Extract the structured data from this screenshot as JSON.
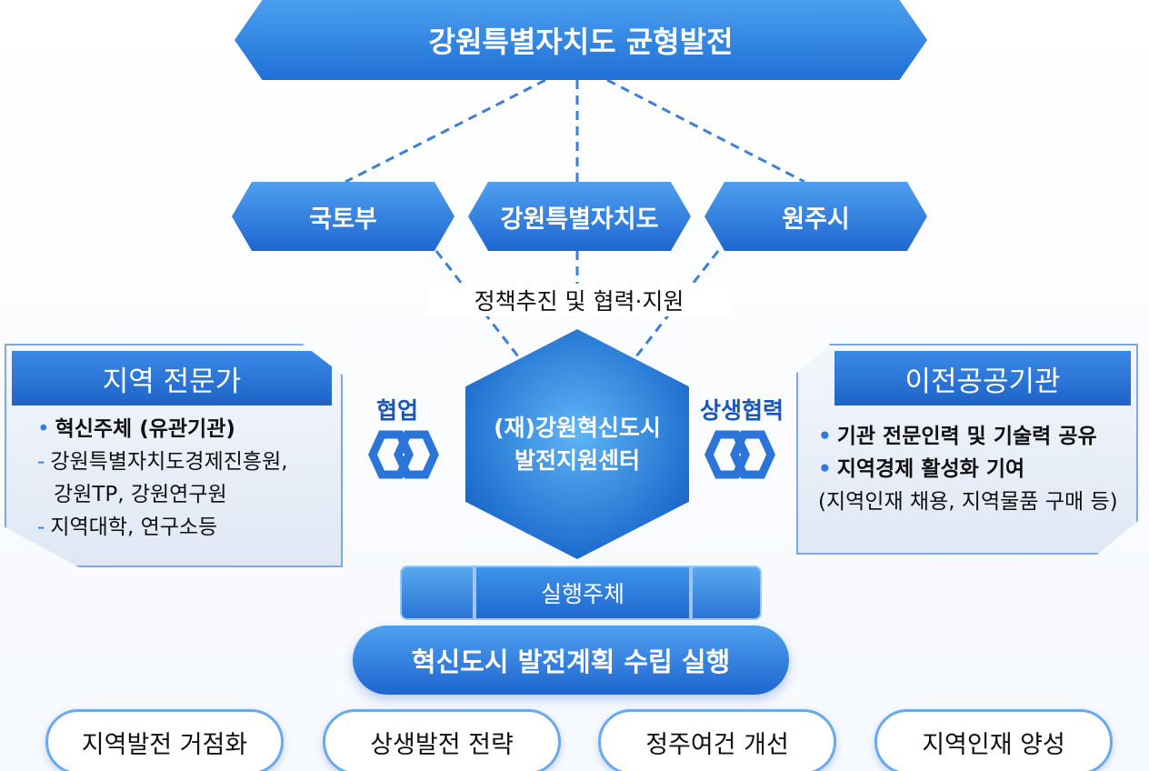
{
  "top_banner": "강원특별자치도 균형발전",
  "partners": [
    "국토부",
    "강원특별자치도",
    "원주시"
  ],
  "policy_label": "정책추진 및 협력·지원",
  "left_panel": {
    "title": "지역 전문가",
    "heading": "혁신주체 (유관기관)",
    "items": [
      "강원특별자치도경제진흥원,",
      "강원TP, 강원연구원",
      "지역대학, 연구소등"
    ]
  },
  "right_panel": {
    "title": "이전공공기관",
    "items": [
      "기관 전문인력 및 기술력 공유",
      "지역경제 활성화 기여"
    ],
    "note": "(지역인재 채용, 지역물품 구매 등)"
  },
  "left_link_label": "협업",
  "right_link_label": "상생협력",
  "center": {
    "line1": "(재)강원혁신도시",
    "line2": "발전지원센터"
  },
  "executor_label": "실행주체",
  "main_action": "혁신도시 발전계획 수립 실행",
  "goals": [
    "지역발전 거점화",
    "상생발전 전략",
    "정주여건 개선",
    "지역인재 양성"
  ],
  "colors": {
    "primary": "#1e67cf",
    "light": "#4f9ff0",
    "accent_text": "#1a56b8"
  }
}
